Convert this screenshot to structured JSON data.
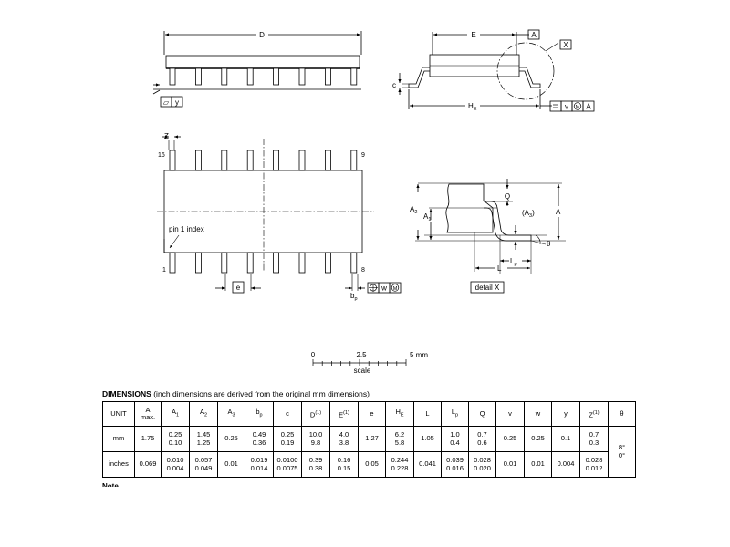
{
  "labels": {
    "D": "D",
    "E": "E",
    "A_box": "A",
    "X_box": "X",
    "c": "c",
    "HE_base": "H",
    "HE_sub": "E",
    "flatness_symbol": "▱",
    "y": "y",
    "v": "v",
    "w": "w",
    "M": "M",
    "Z": "Z",
    "pin16": "16",
    "pin9": "9",
    "pin1": "1",
    "pin8": "8",
    "pin1_index": "pin 1 index",
    "e": "e",
    "bp_base": "b",
    "bp_sub": "p",
    "A2_base": "A",
    "A2_sub": "2",
    "A1_base": "A",
    "A1_sub": "1",
    "Q": "Q",
    "A3_open": "(A",
    "A3_sub": "3",
    "A3_close": ")",
    "A": "A",
    "theta": "θ",
    "Lp_base": "L",
    "Lp_sub": "p",
    "L": "L",
    "detail_x": "detail X"
  },
  "scale_bar": {
    "ticks": [
      "0",
      "2.5",
      "5 mm"
    ],
    "label": "scale"
  },
  "dimensions": {
    "title": "DIMENSIONS",
    "subtitle": "(inch dimensions are derived from the original mm dimensions)",
    "headers": [
      {
        "key": "unit",
        "t": "UNIT"
      },
      {
        "key": "A",
        "t": "A",
        "l2": "max."
      },
      {
        "key": "A1",
        "t": "A",
        "sub": "1"
      },
      {
        "key": "A2",
        "t": "A",
        "sub": "2"
      },
      {
        "key": "A3",
        "t": "A",
        "sub": "3"
      },
      {
        "key": "bp",
        "t": "b",
        "sub": "p"
      },
      {
        "key": "c",
        "t": "c"
      },
      {
        "key": "D",
        "t": "D",
        "sup": "(1)"
      },
      {
        "key": "E",
        "t": "E",
        "sup": "(1)"
      },
      {
        "key": "e",
        "t": "e"
      },
      {
        "key": "HE",
        "t": "H",
        "sub": "E"
      },
      {
        "key": "L",
        "t": "L"
      },
      {
        "key": "Lp",
        "t": "L",
        "sub": "p"
      },
      {
        "key": "Q",
        "t": "Q"
      },
      {
        "key": "v",
        "t": "v"
      },
      {
        "key": "w",
        "t": "w"
      },
      {
        "key": "y",
        "t": "y"
      },
      {
        "key": "Z",
        "t": "Z",
        "sup": "(1)"
      },
      {
        "key": "theta",
        "t": "θ"
      }
    ],
    "rows": [
      {
        "unit": "mm",
        "cells": [
          [
            "1.75"
          ],
          [
            "0.25",
            "0.10"
          ],
          [
            "1.45",
            "1.25"
          ],
          [
            "0.25"
          ],
          [
            "0.49",
            "0.36"
          ],
          [
            "0.25",
            "0.19"
          ],
          [
            "10.0",
            "9.8"
          ],
          [
            "4.0",
            "3.8"
          ],
          [
            "1.27"
          ],
          [
            "6.2",
            "5.8"
          ],
          [
            "1.05"
          ],
          [
            "1.0",
            "0.4"
          ],
          [
            "0.7",
            "0.6"
          ],
          [
            "0.25"
          ],
          [
            "0.25"
          ],
          [
            "0.1"
          ],
          [
            "0.7",
            "0.3"
          ],
          [
            "8°",
            "0°"
          ]
        ]
      },
      {
        "unit": "inches",
        "cells": [
          [
            "0.069"
          ],
          [
            "0.010",
            "0.004"
          ],
          [
            "0.057",
            "0.049"
          ],
          [
            "0.01"
          ],
          [
            "0.019",
            "0.014"
          ],
          [
            "0.0100",
            "0.0075"
          ],
          [
            "0.39",
            "0.38"
          ],
          [
            "0.16",
            "0.15"
          ],
          [
            "0.05"
          ],
          [
            "0.244",
            "0.228"
          ],
          [
            "0.041"
          ],
          [
            "0.039",
            "0.016"
          ],
          [
            "0.028",
            "0.020"
          ],
          [
            "0.01"
          ],
          [
            "0.01"
          ],
          [
            "0.004"
          ],
          [
            "0.028",
            "0.012"
          ]
        ]
      }
    ]
  },
  "note": "Note"
}
